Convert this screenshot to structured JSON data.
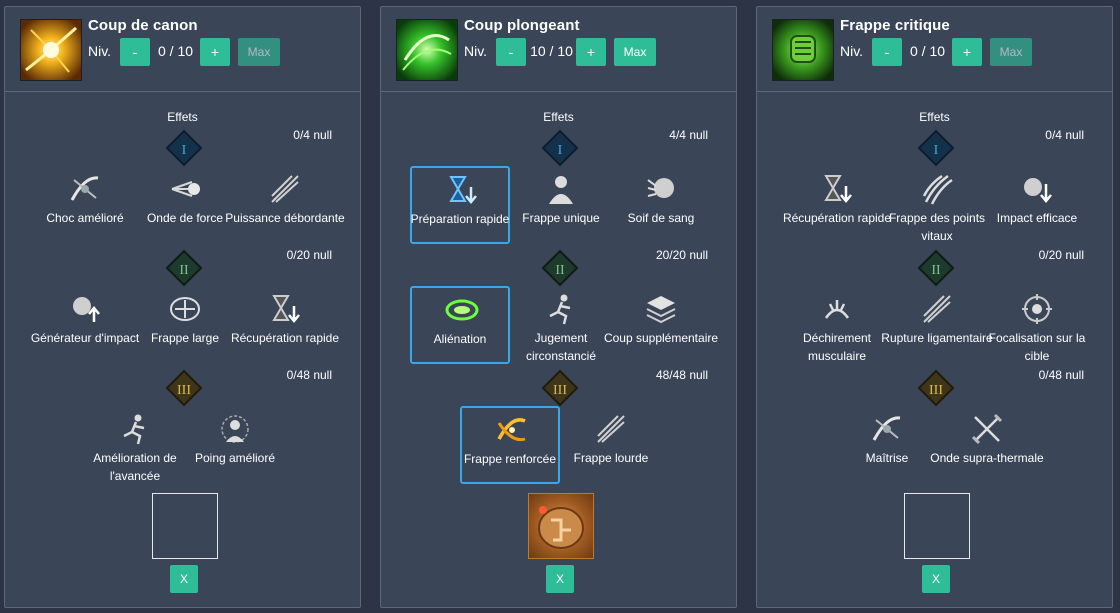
{
  "common": {
    "niv_label": "Niv.",
    "minus_label": "-",
    "plus_label": "+",
    "max_label": "Max",
    "effets_label": "Effets",
    "x_label": "X",
    "tiers": [
      "I",
      "II",
      "III"
    ]
  },
  "colors": {
    "panel_bg": "#3a4558",
    "page_bg": "#2c3445",
    "accent_green": "#2fbd98",
    "selected_border": "#3aa7e8"
  },
  "panels": [
    {
      "title": "Coup de canon",
      "level": "0 / 10",
      "skill_icon": "cannon-explosion-icon",
      "counts": [
        "0/4 null",
        "0/20 null",
        "0/48 null"
      ],
      "tier1": [
        {
          "label": "Choc amélioré",
          "icon": "slash-impact-icon",
          "selected": false
        },
        {
          "label": "Onde de force",
          "icon": "force-wave-icon",
          "selected": false
        },
        {
          "label": "Puissance débordante",
          "icon": "overflow-power-icon",
          "selected": false
        }
      ],
      "tier2": [
        {
          "label": "Générateur d'impact",
          "icon": "impact-generator-icon",
          "selected": false
        },
        {
          "label": "Frappe large",
          "icon": "wide-strike-icon",
          "selected": false
        },
        {
          "label": "Récupération rapide",
          "icon": "hourglass-down-icon",
          "selected": false
        }
      ],
      "tier3": [
        {
          "label": "Amélioration de l'avancée",
          "icon": "running-figure-icon",
          "selected": false
        },
        {
          "label": "Poing amélioré",
          "icon": "fist-aura-icon",
          "selected": false
        }
      ],
      "slot": "empty"
    },
    {
      "title": "Coup plongeant",
      "level": "10 / 10",
      "skill_icon": "green-vortex-icon",
      "counts": [
        "4/4 null",
        "20/20 null",
        "48/48 null"
      ],
      "tier1": [
        {
          "label": "Préparation rapide",
          "icon": "hourglass-down-icon",
          "selected": true
        },
        {
          "label": "Frappe unique",
          "icon": "person-silhouette-icon",
          "selected": false
        },
        {
          "label": "Soif de sang",
          "icon": "bloodthirst-icon",
          "selected": false
        }
      ],
      "tier2": [
        {
          "label": "Aliénation",
          "icon": "green-swirl-icon",
          "selected": true
        },
        {
          "label": "Jugement circonstancié",
          "icon": "running-figure-icon",
          "selected": false
        },
        {
          "label": "Coup supplémentaire",
          "icon": "stacked-layers-icon",
          "selected": false
        }
      ],
      "tier3": [
        {
          "label": "Frappe renforcée",
          "icon": "golden-slash-icon",
          "selected": true
        },
        {
          "label": "Frappe lourde",
          "icon": "heavy-strike-icon",
          "selected": false
        }
      ],
      "slot": "rune"
    },
    {
      "title": "Frappe critique",
      "level": "0 / 10",
      "skill_icon": "green-fist-icon",
      "counts": [
        "0/4 null",
        "0/20 null",
        "0/48 null"
      ],
      "tier1": [
        {
          "label": "Récupération rapide",
          "icon": "hourglass-down-icon",
          "selected": false
        },
        {
          "label": "Frappe des points vitaux",
          "icon": "claw-marks-icon",
          "selected": false
        },
        {
          "label": "Impact efficace",
          "icon": "efficient-impact-icon",
          "selected": false
        }
      ],
      "tier2": [
        {
          "label": "Déchirement musculaire",
          "icon": "muscle-tear-icon",
          "selected": false
        },
        {
          "label": "Rupture ligamentaire",
          "icon": "ligament-rupture-icon",
          "selected": false
        },
        {
          "label": "Focalisation sur la cible",
          "icon": "target-focus-icon",
          "selected": false
        }
      ],
      "tier3": [
        {
          "label": "Maîtrise",
          "icon": "slash-impact-icon",
          "selected": false
        },
        {
          "label": "Onde supra-thermale",
          "icon": "crossed-swords-icon",
          "selected": false
        }
      ],
      "slot": "empty"
    }
  ]
}
